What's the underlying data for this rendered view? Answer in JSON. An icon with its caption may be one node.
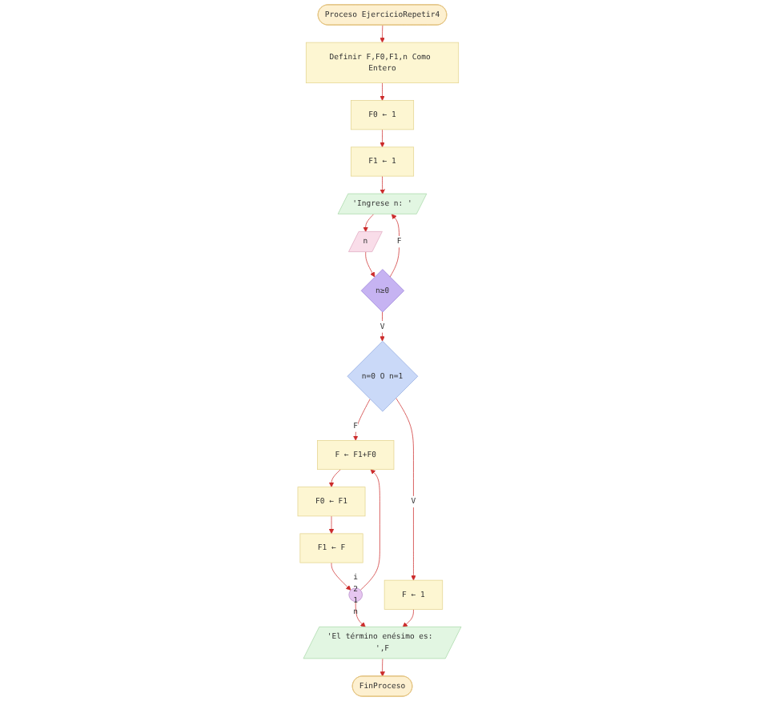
{
  "diagram": {
    "nodes": [
      {
        "text": [
          "Proceso EjercicioRepetir4"
        ]
      },
      {
        "text": [
          "Definir F,F0,F1,n Como Entero"
        ]
      },
      {
        "text": [
          "F0 ← 1"
        ]
      },
      {
        "text": [
          "F1 ← 1"
        ]
      },
      {
        "text": [
          "'Ingrese n: '"
        ]
      },
      {
        "text": [
          "n"
        ]
      },
      {
        "text": [
          "n≥0"
        ]
      },
      {
        "text": [
          "n=0 O n=1"
        ]
      },
      {
        "text": [
          "F ← 1"
        ]
      },
      {
        "text": [
          "i",
          "2",
          "1",
          "n"
        ]
      },
      {
        "text": [
          "F ← F1+F0"
        ]
      },
      {
        "text": [
          "F0 ← F1"
        ]
      },
      {
        "text": [
          "F1 ← F"
        ]
      },
      {
        "text": [
          "'El término enésimo es: ',F"
        ]
      },
      {
        "text": [
          "FinProceso"
        ]
      }
    ],
    "edges": [
      {
        "from": 0,
        "to": 1,
        "arrow": "to"
      },
      {
        "from": 1,
        "to": 2,
        "arrow": "to"
      },
      {
        "from": 2,
        "to": 3,
        "arrow": "to"
      },
      {
        "from": 3,
        "to": 4,
        "arrow": "to"
      },
      {
        "from": 4,
        "to": 5,
        "arrow": "to"
      },
      {
        "from": 5,
        "to": 6,
        "arrow": "to"
      },
      {
        "from": 6,
        "to": 4,
        "arrow": "to",
        "label": "F"
      },
      {
        "from": 6,
        "to": 7,
        "arrow": "to",
        "label": "V"
      },
      {
        "from": 7,
        "to": 10,
        "arrow": "to",
        "label": "F"
      },
      {
        "from": 7,
        "to": 8,
        "arrow": "to",
        "label": "V"
      },
      {
        "from": 9,
        "to": 10,
        "arrow": "to"
      },
      {
        "from": 10,
        "to": 11,
        "arrow": "to"
      },
      {
        "from": 11,
        "to": 12,
        "arrow": "to"
      },
      {
        "from": 12,
        "to": 9,
        "arrow": "to"
      },
      {
        "from": 9,
        "to": 13,
        "arrow": "to"
      },
      {
        "from": 8,
        "to": 13,
        "arrow": "to"
      },
      {
        "from": 13,
        "to": 14,
        "arrow": "to"
      }
    ]
  }
}
